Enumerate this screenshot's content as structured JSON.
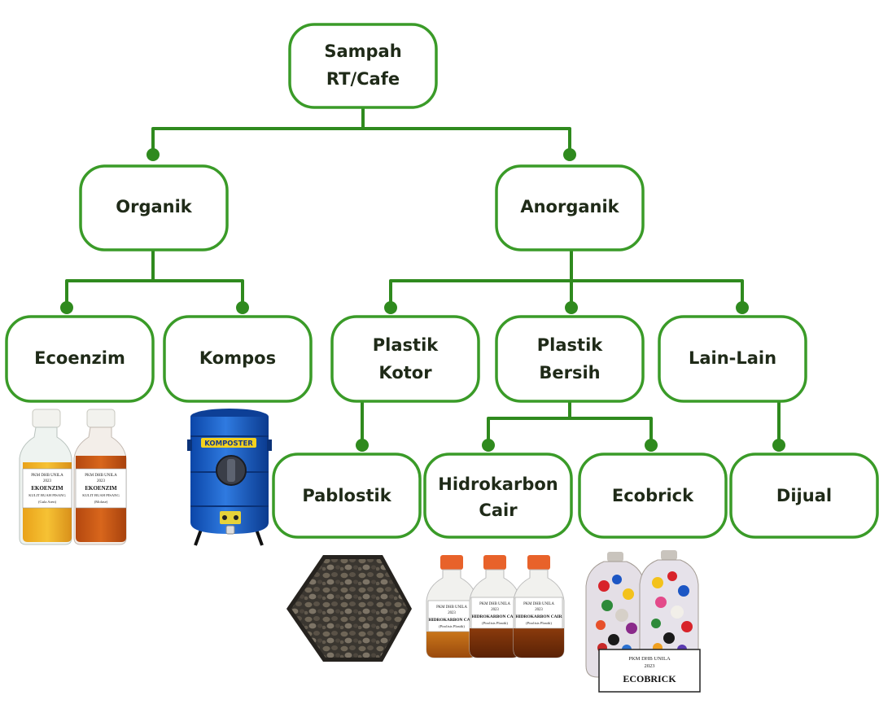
{
  "colors": {
    "connector": "#2f8a1e",
    "node_border": "#3a9b28",
    "node_fill": "#ffffff",
    "node_text": "#1f2a18"
  },
  "nodes": {
    "root": {
      "line1": "Sampah",
      "line2": "RT/Cafe"
    },
    "organik": {
      "label": "Organik"
    },
    "anorganik": {
      "label": "Anorganik"
    },
    "ecoenzim": {
      "label": "Ecoenzim"
    },
    "kompos": {
      "label": "Kompos"
    },
    "plastik_kotor": {
      "line1": "Plastik",
      "line2": "Kotor"
    },
    "plastik_bersih": {
      "line1": "Plastik",
      "line2": "Bersih"
    },
    "lain_lain": {
      "label": "Lain-Lain"
    },
    "pablostik": {
      "label": "Pablostik"
    },
    "hidrokarbon": {
      "line1": "Hidrokarbon",
      "line2": "Cair"
    },
    "ecobrick": {
      "label": "Ecobrick"
    },
    "dijual": {
      "label": "Dijual"
    }
  },
  "photos": {
    "ecoenzim": {
      "icon": "bottles-icon",
      "bottle1": {
        "line1": "PKM DHB UNILA",
        "line2": "2023",
        "line3": "EKOENZIM",
        "line4": "KULIT BUAH PISANG",
        "line5": "(Gula Aren)"
      },
      "bottle2": {
        "line1": "PKM DHB UNILA",
        "line2": "2023",
        "line3": "EKOENZIM",
        "line4": "KULIT BUAH PISANG",
        "line5": "(Molase)"
      }
    },
    "kompos": {
      "icon": "composter-icon",
      "drum_label": "KOMPOSTER"
    },
    "pablostik": {
      "icon": "paving-block-icon"
    },
    "hidrokarbon": {
      "icon": "bottles-icon",
      "label": {
        "line1": "PKM DHB UNILA",
        "line2": "2023",
        "line3": "HIDROKARBON CAIR",
        "line4": "(Pirolisis Plastik)"
      }
    },
    "ecobrick": {
      "icon": "ecobrick-icon",
      "card": {
        "line1": "PKM DHB UNILA",
        "line2": "2023",
        "line3": "ECOBRICK"
      }
    }
  }
}
